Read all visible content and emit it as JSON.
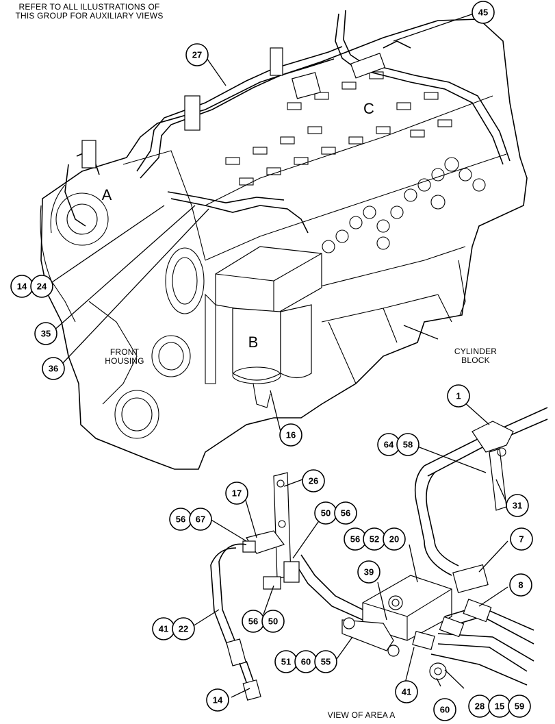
{
  "notes": {
    "header_line1": "REFER TO ALL ILLUSTRATIONS OF",
    "header_line2": "THIS GROUP FOR AUXILIARY VIEWS",
    "front_housing_line1": "FRONT",
    "front_housing_line2": "HOUSING",
    "cylinder_block_line1": "CYLINDER",
    "cylinder_block_line2": "BLOCK",
    "view_caption": "VIEW OF AREA A"
  },
  "areas": {
    "a": "A",
    "b": "B",
    "c": "C"
  },
  "callouts": {
    "c45": "45",
    "c27": "27",
    "c14a": "14",
    "c24": "24",
    "c35": "35",
    "c36": "36",
    "c16": "16",
    "c1": "1",
    "c64": "64",
    "c58": "58",
    "c31": "31",
    "c26": "26",
    "c17": "17",
    "c56a": "56",
    "c67": "67",
    "c50a": "50",
    "c56b": "56",
    "c56c": "56",
    "c52": "52",
    "c20": "20",
    "c7": "7",
    "c39": "39",
    "c8": "8",
    "c56d": "56",
    "c50b": "50",
    "c41a": "41",
    "c22": "22",
    "c51": "51",
    "c60a": "60",
    "c55": "55",
    "c41b": "41",
    "c60b": "60",
    "c28": "28",
    "c15": "15",
    "c59": "59",
    "c14b": "14"
  }
}
